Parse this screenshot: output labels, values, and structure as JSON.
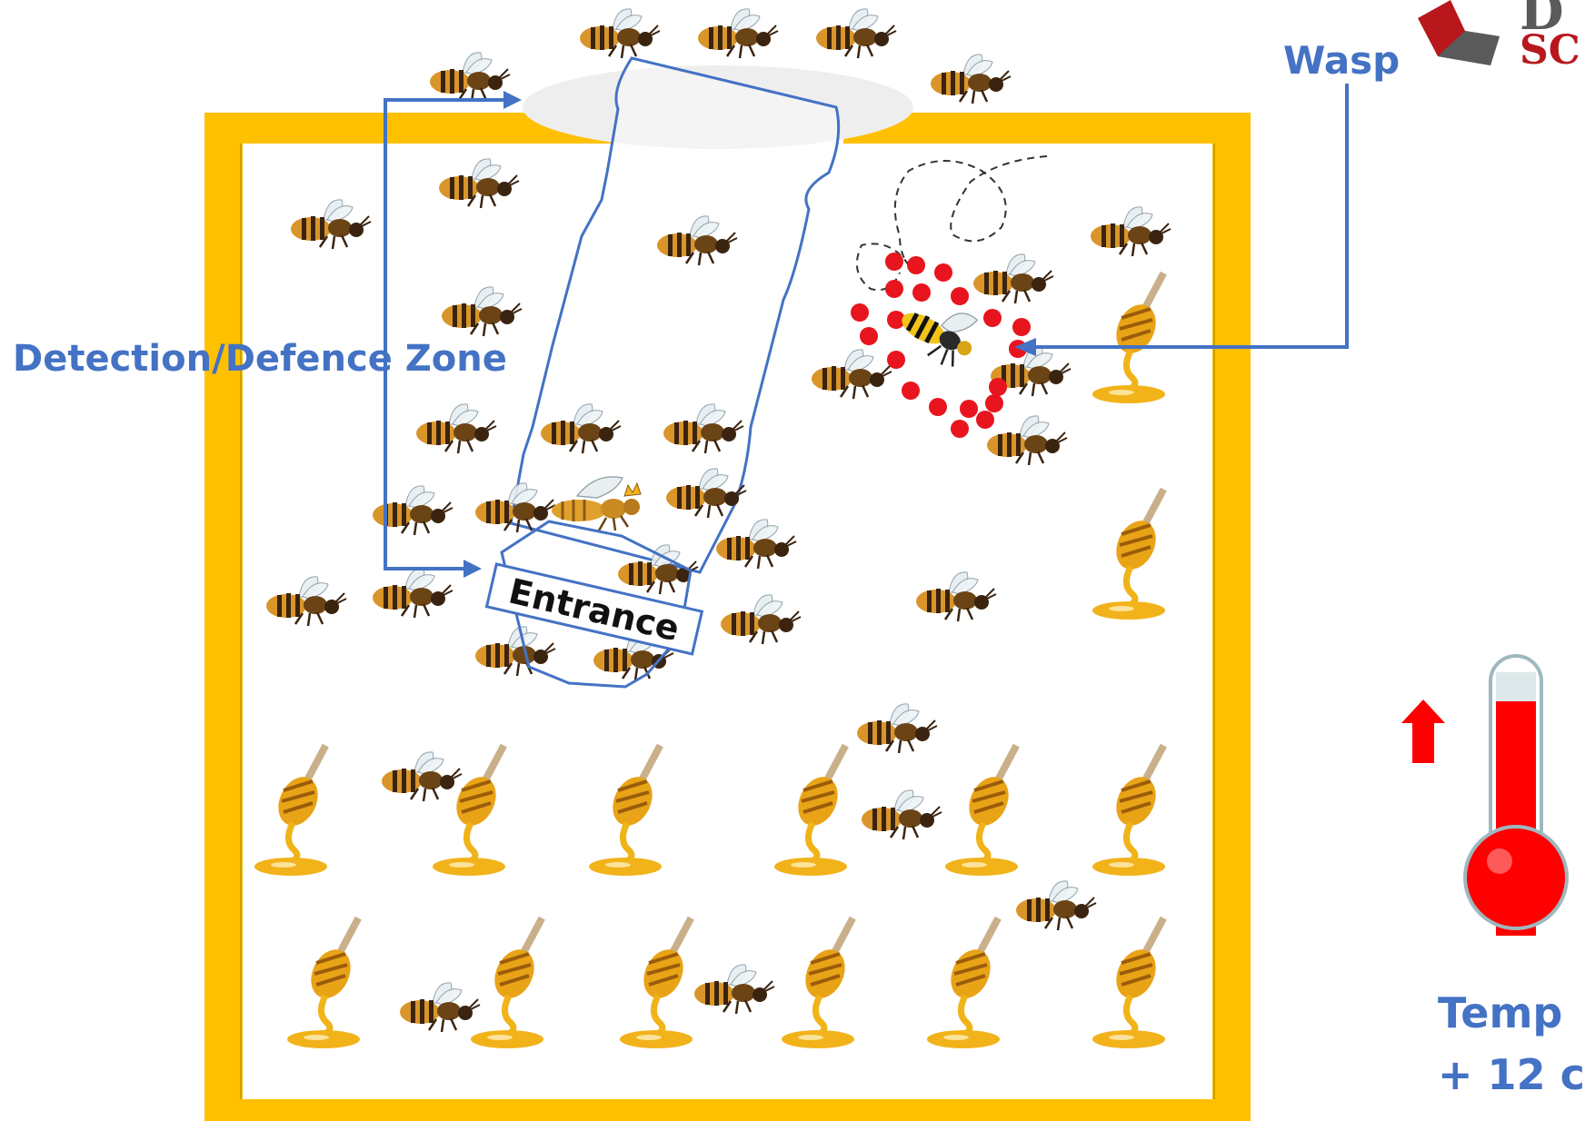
{
  "labels": {
    "zone": "Detection/Defence Zone",
    "wasp": "Wasp",
    "entrance": "Entrance",
    "temp": "Temp",
    "temp_value": "+ 12 c"
  },
  "logo": {
    "line1": "D",
    "line2": "SC"
  },
  "icons": {
    "bee": "honey-bee-icon",
    "queen": "queen-bee-icon",
    "wasp": "wasp-icon",
    "honey": "honey-dipper-icon",
    "thermometer": "thermometer-icon",
    "arrow": "up-arrow-icon"
  },
  "colors": {
    "hive_frame": "#ffc000",
    "annotation": "#4472c4",
    "heat_dots": "#e8141e",
    "thermometer": "#ff0000",
    "honey": "#e8a317",
    "logo_red": "#b8181c"
  }
}
